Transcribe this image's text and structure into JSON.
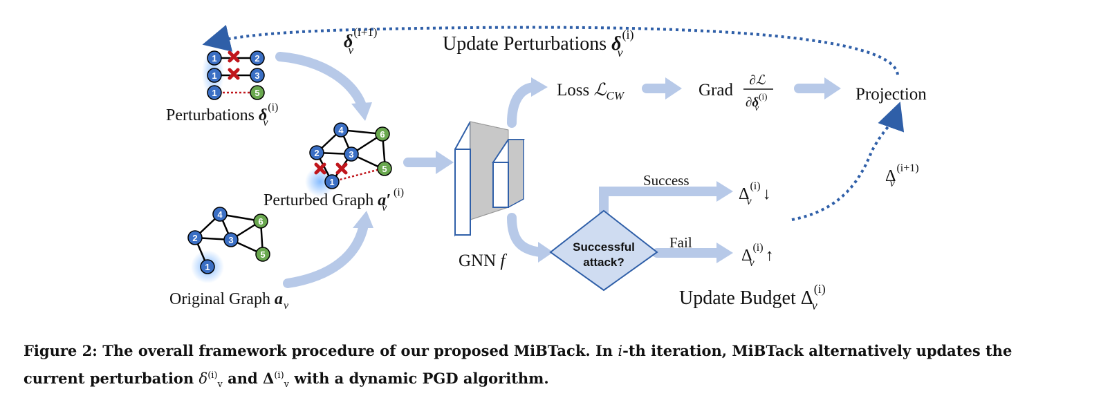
{
  "colors": {
    "node_blue": "#3b6fc4",
    "node_green": "#6aa84f",
    "arrow_light": "#b7c9e8",
    "dashed_blue": "#2f5fa8",
    "diamond_fill": "#cfdcf1",
    "glow": "#7fb8ff",
    "cross_red": "#c0161c"
  },
  "labels": {
    "delta_next_top": "δ",
    "delta_next_top_sup": "(i+1)",
    "delta_next_top_sub": "v",
    "update_perturbations": "Update Perturbations ",
    "update_perturbations_sym": "δ",
    "update_perturbations_sup": "(i)",
    "update_perturbations_sub": "v",
    "perturbations": "Perturbations ",
    "perturbations_sym": "δ",
    "perturbations_sup": "(i)",
    "perturbations_sub": "v",
    "perturbed_graph": "Perturbed Graph ",
    "perturbed_graph_sym": "a′",
    "perturbed_graph_sup": "(i)",
    "perturbed_graph_sub": "v",
    "original_graph": "Original Graph ",
    "original_graph_sym": "a",
    "original_graph_sub": "v",
    "gnn": "GNN ",
    "gnn_sym": "f",
    "loss": "Loss ",
    "loss_sym": "ℒ",
    "loss_sub": "CW",
    "grad": "Grad",
    "grad_num": "∂ℒ",
    "grad_den": "∂δ",
    "grad_den_sup": "(i)",
    "grad_den_sub": "v",
    "projection": "Projection",
    "delta_next_right": "Δ",
    "delta_next_right_sup": "(i+1)",
    "delta_next_right_sub": "v",
    "success": "Success",
    "fail": "Fail",
    "diamond_line1": "Successful",
    "diamond_line2": "attack?",
    "delta_down": "Δ",
    "delta_down_sup": "(i)",
    "delta_down_sub": "v",
    "delta_down_arrow": "↓",
    "delta_up": "Δ",
    "delta_up_sup": "(i)",
    "delta_up_sub": "v",
    "delta_up_arrow": "↑",
    "update_budget": "Update Budget Δ",
    "update_budget_sup": "(i)",
    "update_budget_sub": "v"
  },
  "perturbation_rows": [
    {
      "from": "1",
      "to": "2",
      "type": "removed"
    },
    {
      "from": "1",
      "to": "3",
      "type": "removed"
    },
    {
      "from": "1",
      "to": "5",
      "type": "added"
    }
  ],
  "perturbed_graph_nodes": [
    "4",
    "6",
    "2",
    "3",
    "5",
    "1"
  ],
  "original_graph_nodes": [
    "4",
    "6",
    "2",
    "3",
    "5",
    "1"
  ],
  "caption": {
    "prefix": "Figure 2: The overall framework procedure of our proposed MiBTack. In ",
    "i_var": "i",
    "mid1": "-th iteration, MiBTack alternatively updates the",
    "line2_a": "current perturbation ",
    "delta_sym": "δ",
    "delta_sup": "(i)",
    "delta_sub": "v",
    "and": " and ",
    "Delta_sym": "Δ",
    "Delta_sup": "(i)",
    "Delta_sub": "v",
    "suffix": " with a dynamic PGD algorithm."
  }
}
